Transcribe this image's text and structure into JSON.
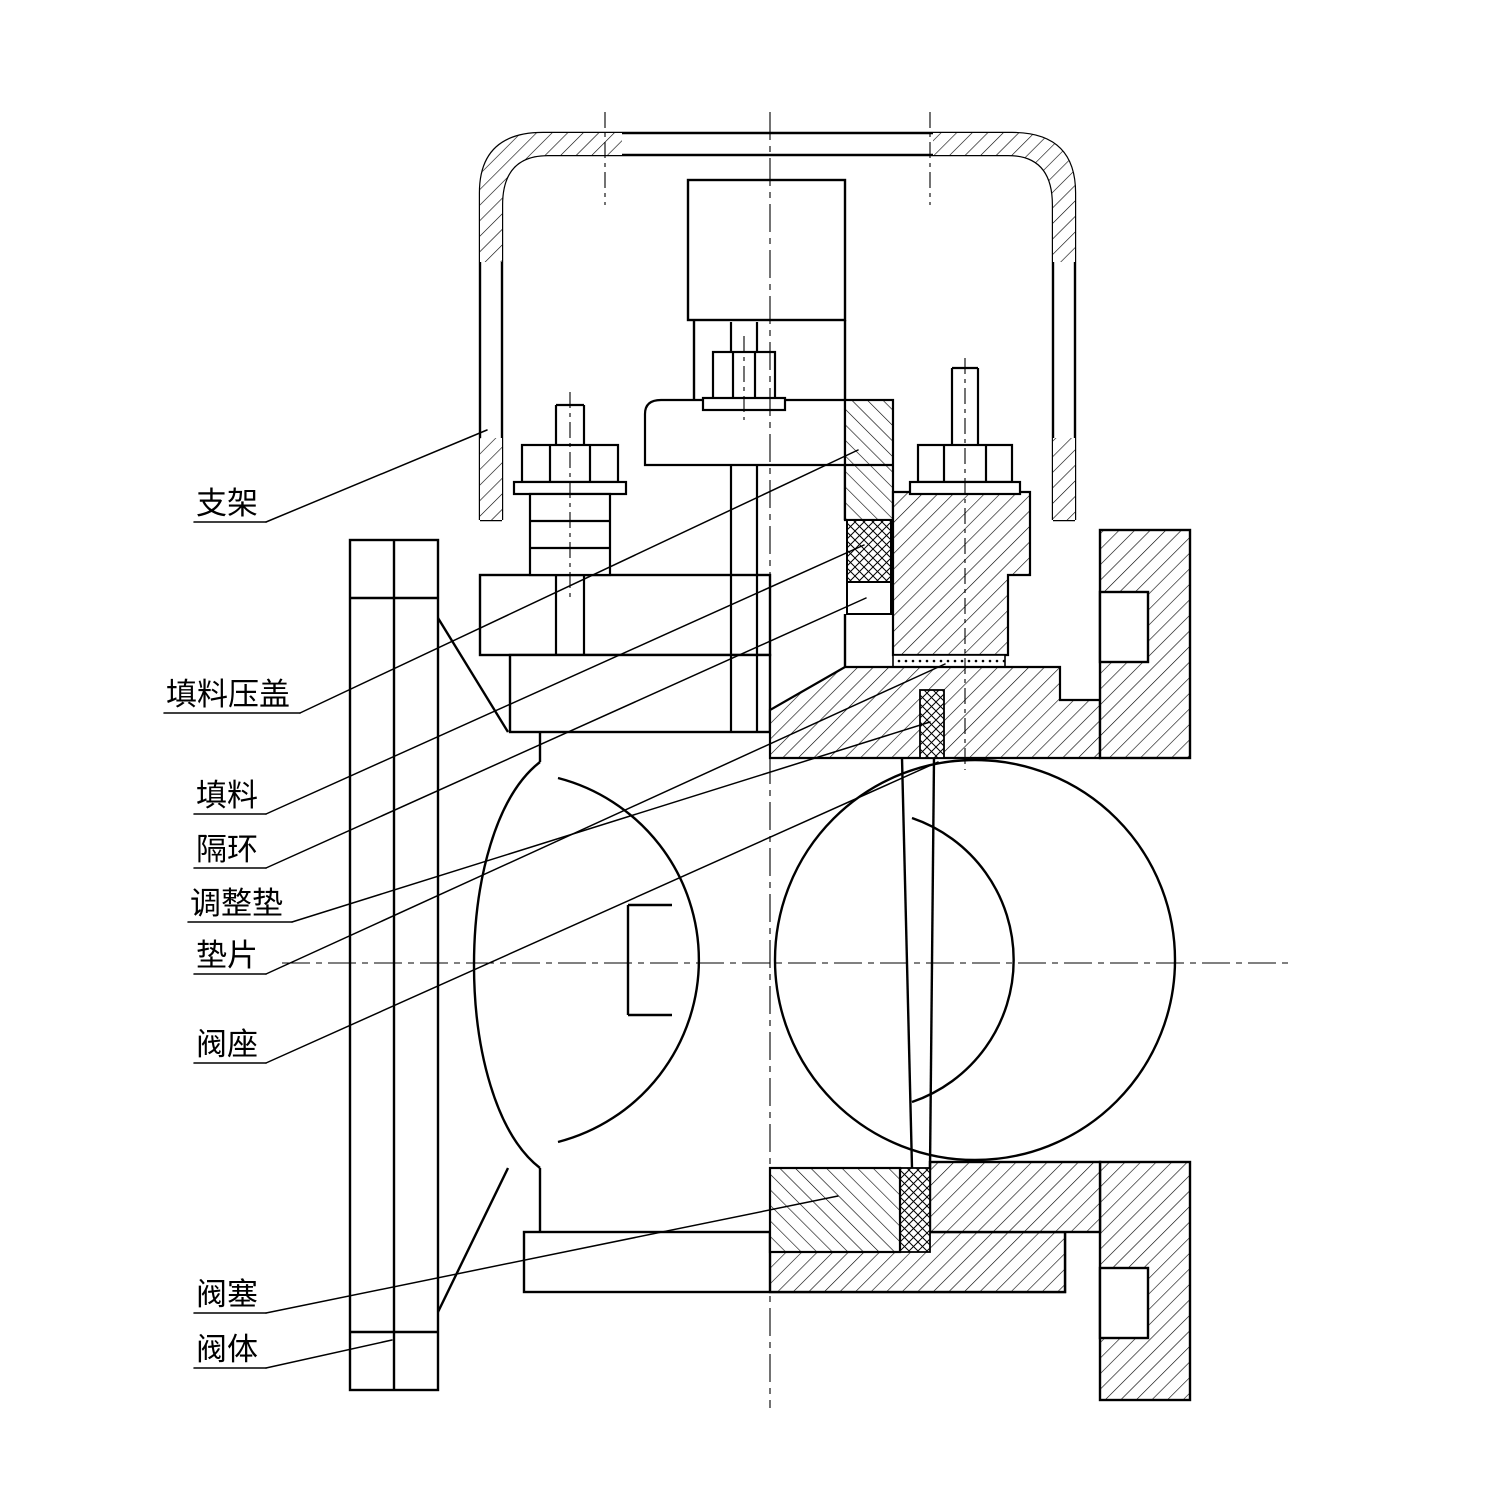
{
  "colors": {
    "line": "#000000",
    "background": "#ffffff"
  },
  "labels": [
    {
      "id": "bracket",
      "text": "支架"
    },
    {
      "id": "packing-gland",
      "text": "填料压盖"
    },
    {
      "id": "packing",
      "text": "填料"
    },
    {
      "id": "spacer-ring",
      "text": "隔环"
    },
    {
      "id": "adjusting-shim",
      "text": "调整垫"
    },
    {
      "id": "gasket",
      "text": "垫片"
    },
    {
      "id": "valve-seat",
      "text": "阀座"
    },
    {
      "id": "valve-plug",
      "text": "阀塞"
    },
    {
      "id": "valve-body",
      "text": "阀体"
    }
  ]
}
